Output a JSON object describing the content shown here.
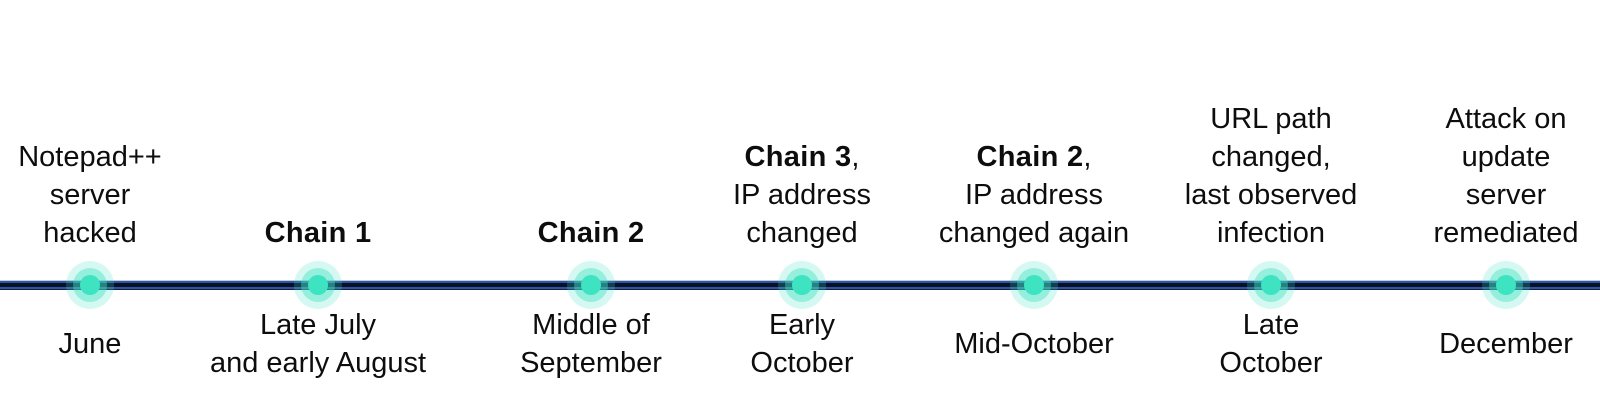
{
  "timeline": {
    "description": "Notepad++ supply-chain attack timeline",
    "marker_icon": "concentric-dot",
    "colors": {
      "marker_core": "#3ee3c2",
      "line_dark": "#0a1124",
      "line_blue": "#2d55a5"
    },
    "events": [
      {
        "title_bold": "",
        "title_rest": "Notepad++\nserver\nhacked",
        "date": "June"
      },
      {
        "title_bold": "Chain 1",
        "title_rest": "",
        "date": "Late July\nand early August"
      },
      {
        "title_bold": "Chain 2",
        "title_rest": "",
        "date": "Middle of\nSeptember"
      },
      {
        "title_bold": "Chain 3",
        "title_rest": ",\nIP address\nchanged",
        "date": "Early\nOctober"
      },
      {
        "title_bold": "Chain 2",
        "title_rest": ",\nIP address\nchanged again",
        "date": "Mid-October"
      },
      {
        "title_bold": "",
        "title_rest": "URL path\nchanged,\nlast observed\ninfection",
        "date": "Late\nOctober"
      },
      {
        "title_bold": "",
        "title_rest": "Attack on\nupdate\nserver\nremediated",
        "date": "December"
      }
    ]
  }
}
